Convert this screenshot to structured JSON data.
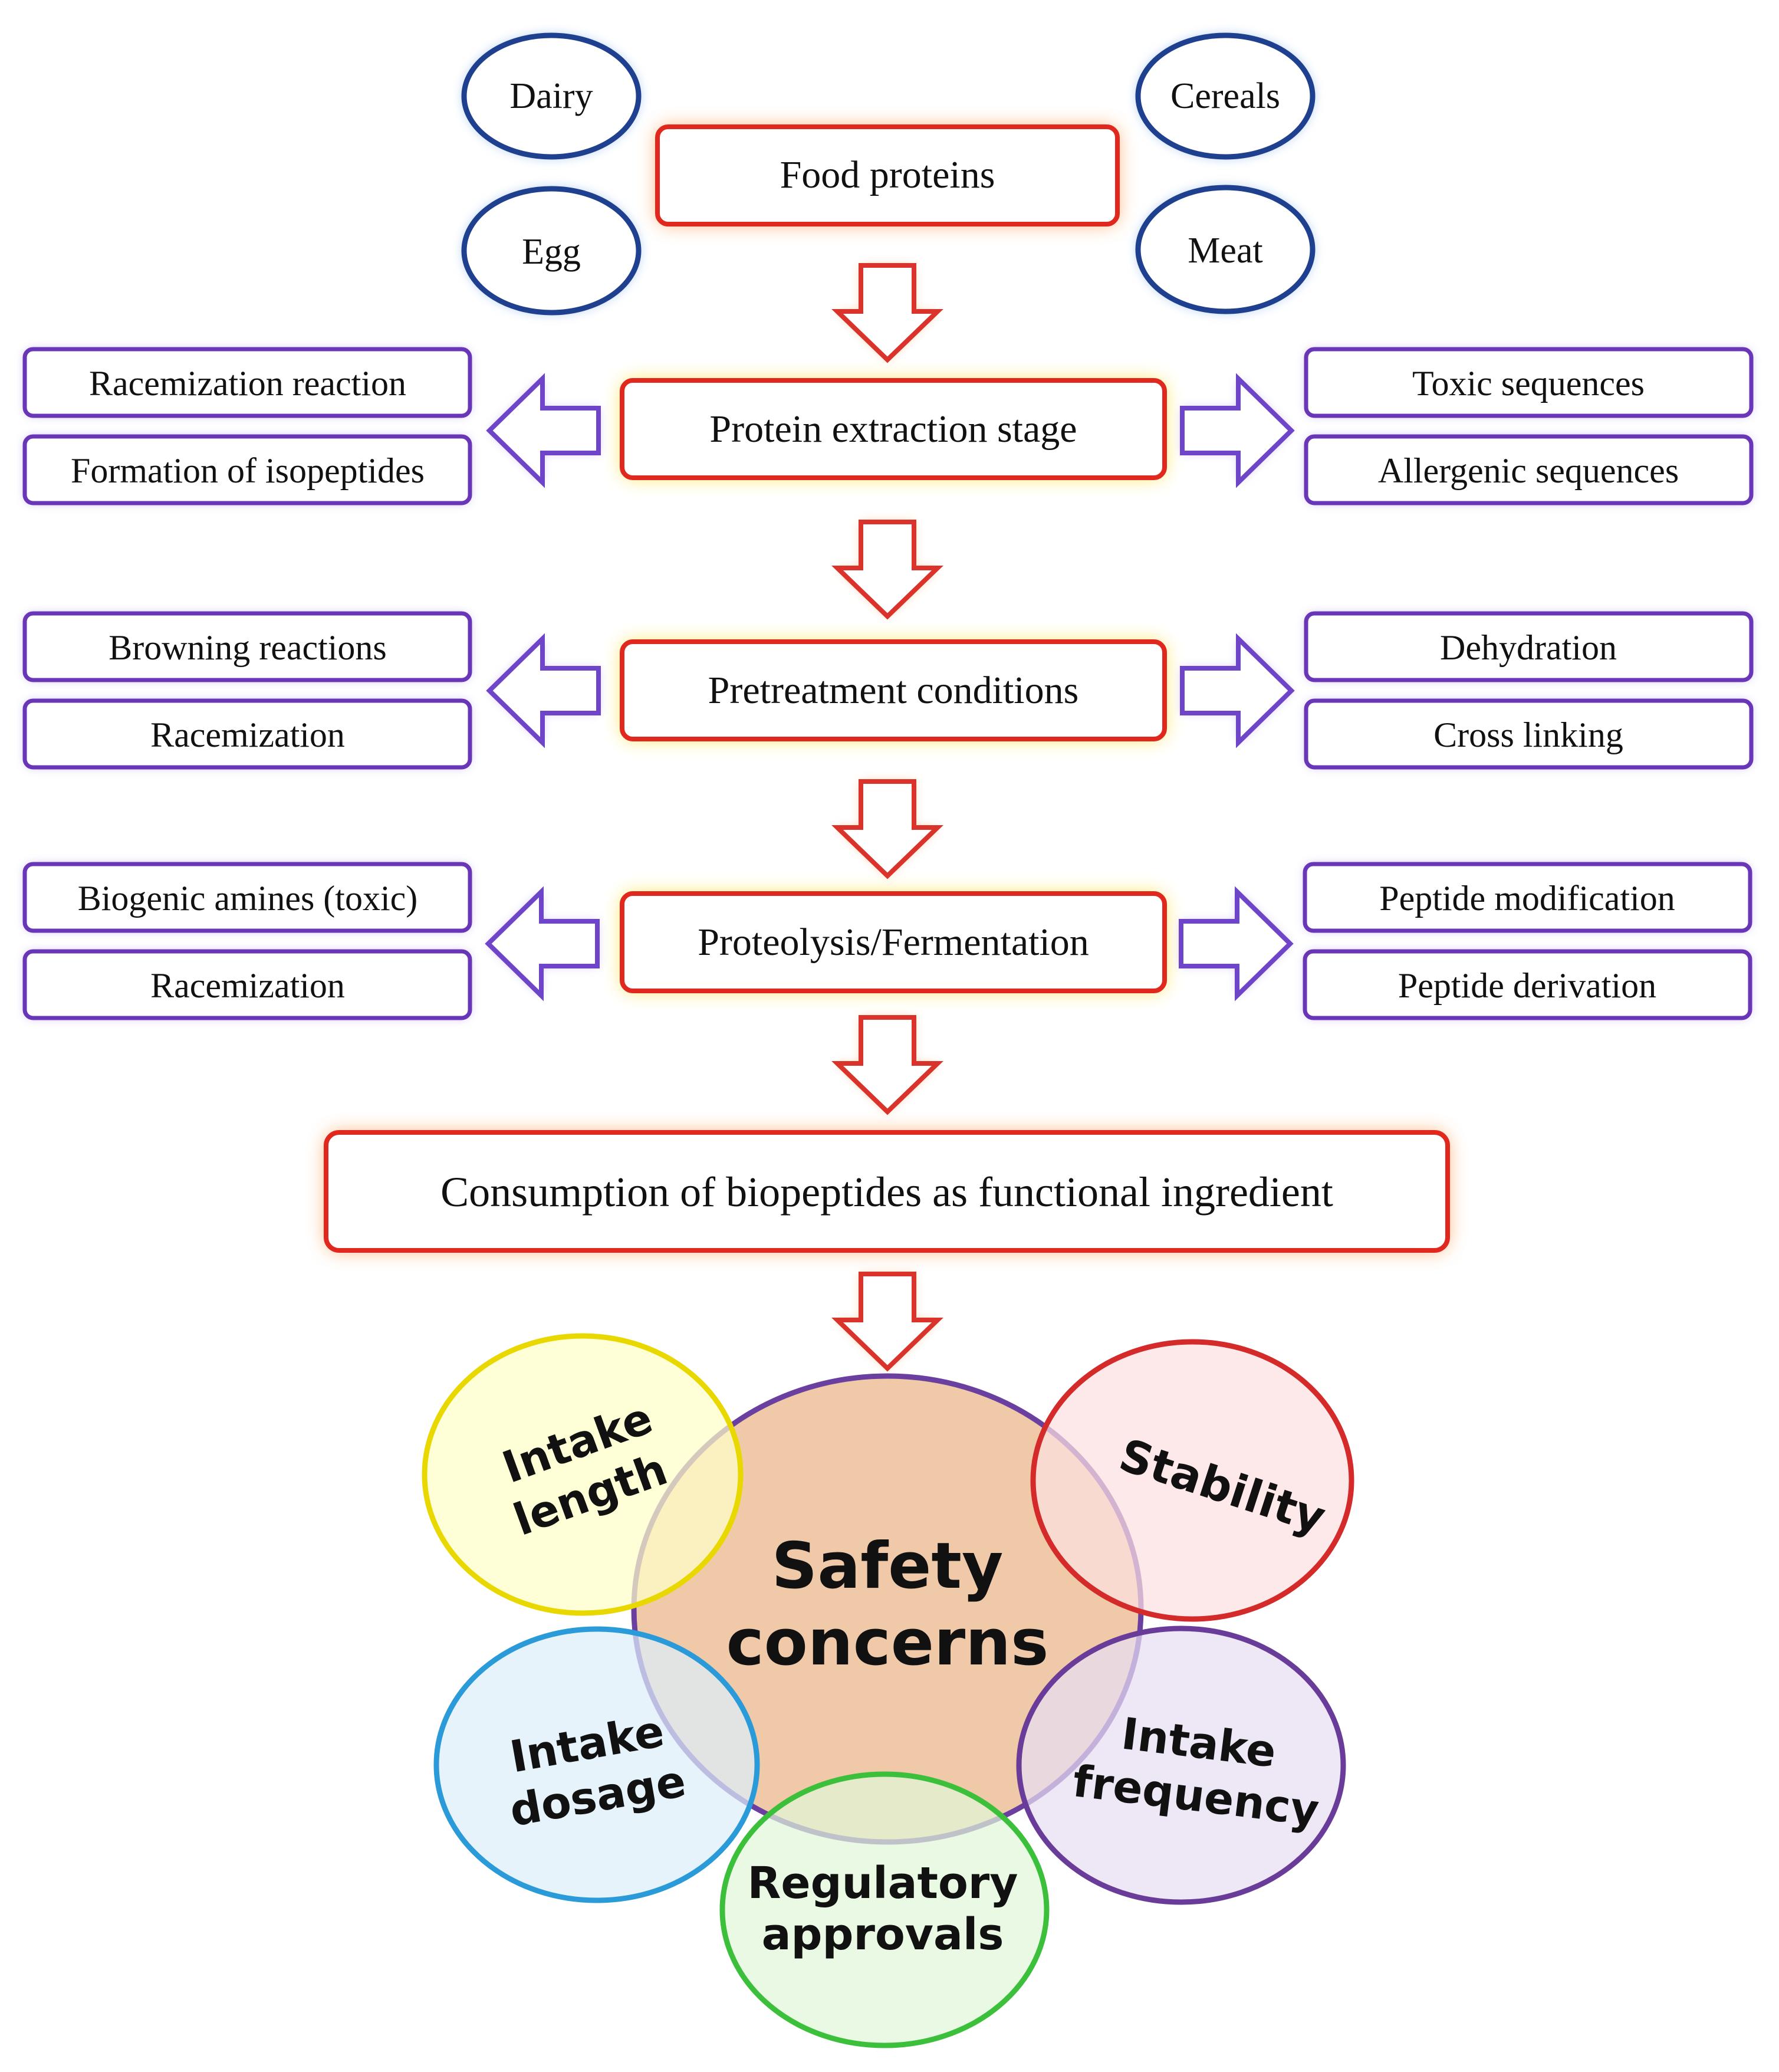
{
  "colors": {
    "source_stroke": "#1F3F8F",
    "source_glow": "#8FB8F0",
    "stage_stroke": "#E0281E",
    "stage_glow_yellow": "#FFE033",
    "stage_glow_orange": "#FF9340",
    "side_stroke": "#6A36B8",
    "side_glow": "#B49CF0",
    "down_arrow": "#D9332B",
    "side_arrow": "#6E44C8",
    "center_fill": "#EFC9A8",
    "center_stroke": "#6A3FA0"
  },
  "sources": [
    {
      "label": "Dairy"
    },
    {
      "label": "Egg"
    },
    {
      "label": "Cereals"
    },
    {
      "label": "Meat"
    }
  ],
  "food_proteins": "Food proteins",
  "stages": [
    {
      "label": "Protein extraction stage",
      "left": [
        "Racemization reaction",
        "Formation of  isopeptides"
      ],
      "right": [
        "Toxic sequences",
        "Allergenic sequences"
      ]
    },
    {
      "label": "Pretreatment conditions",
      "left": [
        "Browning reactions",
        "Racemization"
      ],
      "right": [
        "Dehydration",
        "Cross linking"
      ]
    },
    {
      "label": "Proteolysis/Fermentation",
      "left": [
        "Biogenic amines (toxic)",
        "Racemization"
      ],
      "right": [
        "Peptide modification",
        "Peptide derivation"
      ]
    }
  ],
  "consumption": "Consumption of  biopeptides as functional ingredient",
  "safety": {
    "center_line1": "Safety",
    "center_line2": "concerns",
    "petals": [
      {
        "key": "intake-length",
        "line1": "Intake",
        "line2": "length",
        "fill": "#FFFFC8",
        "stroke": "#E8D800"
      },
      {
        "key": "stability",
        "line1": "Stability",
        "line2": "",
        "fill": "#FCE0E0",
        "stroke": "#D42A2A"
      },
      {
        "key": "intake-dosage",
        "line1": "Intake",
        "line2": "dosage",
        "fill": "#DCEFFA",
        "stroke": "#2A9AD8"
      },
      {
        "key": "intake-frequency",
        "line1": "Intake",
        "line2": "frequency",
        "fill": "#E6DEF2",
        "stroke": "#6A3C9A"
      },
      {
        "key": "regulatory-approvals",
        "line1": "Regulatory",
        "line2": "approvals",
        "fill": "#E0F6D8",
        "stroke": "#3CC03C"
      }
    ]
  }
}
